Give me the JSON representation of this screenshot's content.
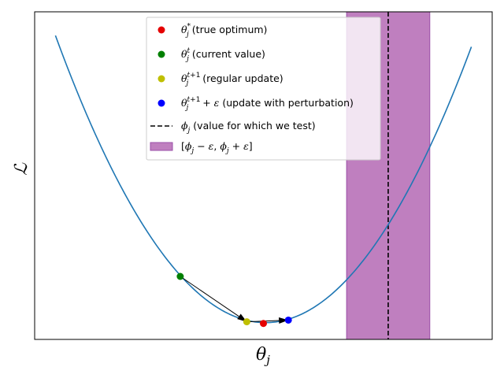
{
  "chart_data": {
    "type": "line",
    "title": "",
    "xlabel": "θ_j",
    "ylabel": "ℒ",
    "x_ticks_visible": false,
    "y_ticks_visible": false,
    "grid": false,
    "legend_position": "top-center",
    "xlim": [
      -0.55,
      0.55
    ],
    "ylim": [
      -0.01,
      0.38
    ],
    "curve": {
      "name": "loss",
      "color": "#1f77b4",
      "x_range": [
        -0.5,
        0.5
      ],
      "formula": "y = 1.34 * (x - 0.005)^2 + 0.01"
    },
    "points": [
      {
        "name": "θ_j^* (true optimum)",
        "x": 0.0,
        "y": 0.009,
        "color": "#e50000"
      },
      {
        "name": "θ_j^t (current value)",
        "x": -0.2,
        "y": 0.065,
        "color": "#008000"
      },
      {
        "name": "θ_j^{t+1} (regular update)",
        "x": -0.04,
        "y": 0.011,
        "color": "#bfbf00"
      },
      {
        "name": "θ_j^{t+1} + ε (update with perturbation)",
        "x": 0.06,
        "y": 0.013,
        "color": "#0000ff"
      }
    ],
    "arrows": [
      {
        "from": [
          -0.2,
          0.065
        ],
        "to": [
          -0.04,
          0.011
        ]
      },
      {
        "from": [
          -0.04,
          0.011
        ],
        "to": [
          0.06,
          0.013
        ]
      }
    ],
    "vline": {
      "name": "ϕ_j (value for which we test)",
      "x": 0.3,
      "style": "dashed",
      "color": "#000000"
    },
    "band": {
      "name": "[ϕ_j − ε, ϕ_j + ε]",
      "x0": 0.2,
      "x1": 0.4,
      "color": "#bf7fbf"
    }
  }
}
